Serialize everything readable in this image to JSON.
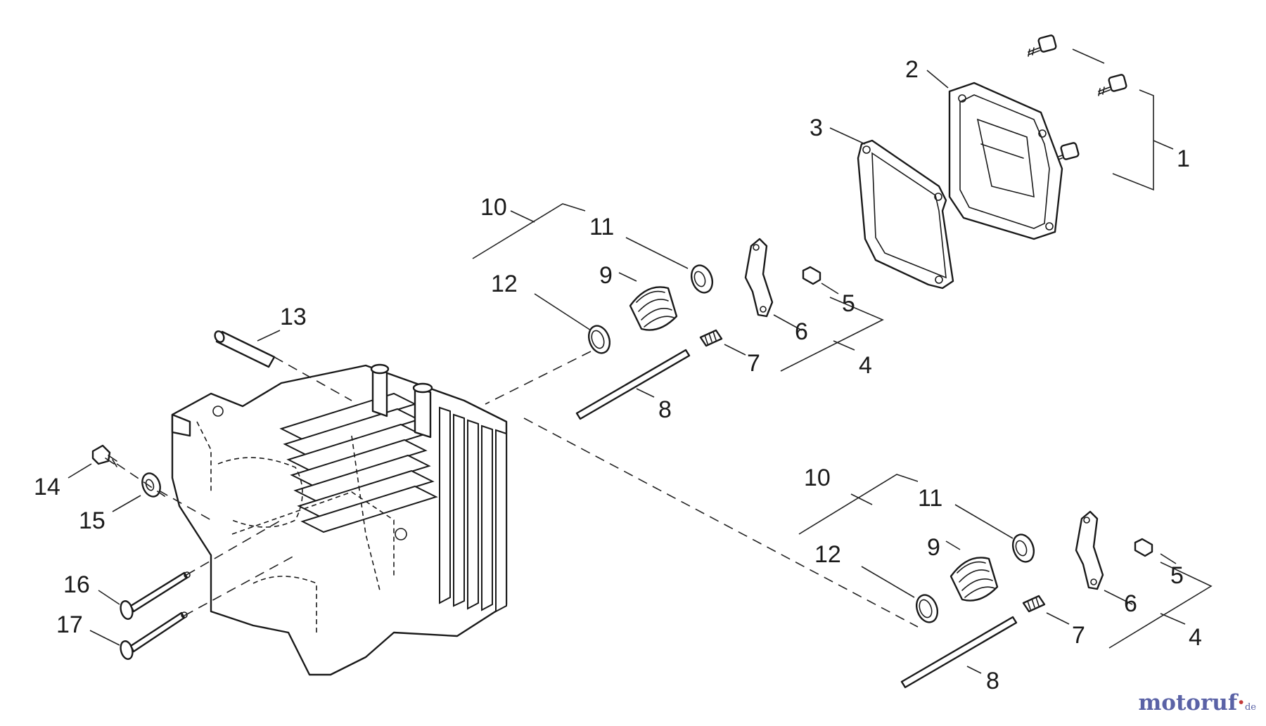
{
  "labels": {
    "l1": "1",
    "l2": "2",
    "l3": "3",
    "l10a": "10",
    "l11a": "11",
    "l9a": "9",
    "l12a": "12",
    "l5a": "5",
    "l6a": "6",
    "l4a": "4",
    "l7a": "7",
    "l8a": "8",
    "l13": "13",
    "l14": "14",
    "l15": "15",
    "l16": "16",
    "l17": "17",
    "l10b": "10",
    "l11b": "11",
    "l9b": "9",
    "l12b": "12",
    "l5b": "5",
    "l6b": "6",
    "l4b": "4",
    "l7b": "7",
    "l8b": "8"
  },
  "watermark": {
    "name": "motoruf",
    "dot": "·",
    "tld": "de"
  }
}
